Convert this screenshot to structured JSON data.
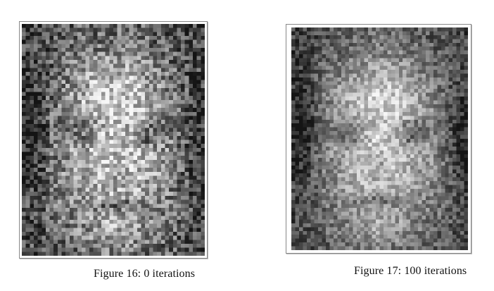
{
  "figures": [
    {
      "id": "fig16",
      "caption": "Figure 16: 0 iterations",
      "image": "pixelated grayscale face reconstruction, noisy",
      "noise_level": 0.55,
      "seed": 16
    },
    {
      "id": "fig17",
      "caption": "Figure 17: 100 iterations",
      "image": "pixelated grayscale face reconstruction, smoother",
      "noise_level": 0.38,
      "seed": 17
    }
  ]
}
